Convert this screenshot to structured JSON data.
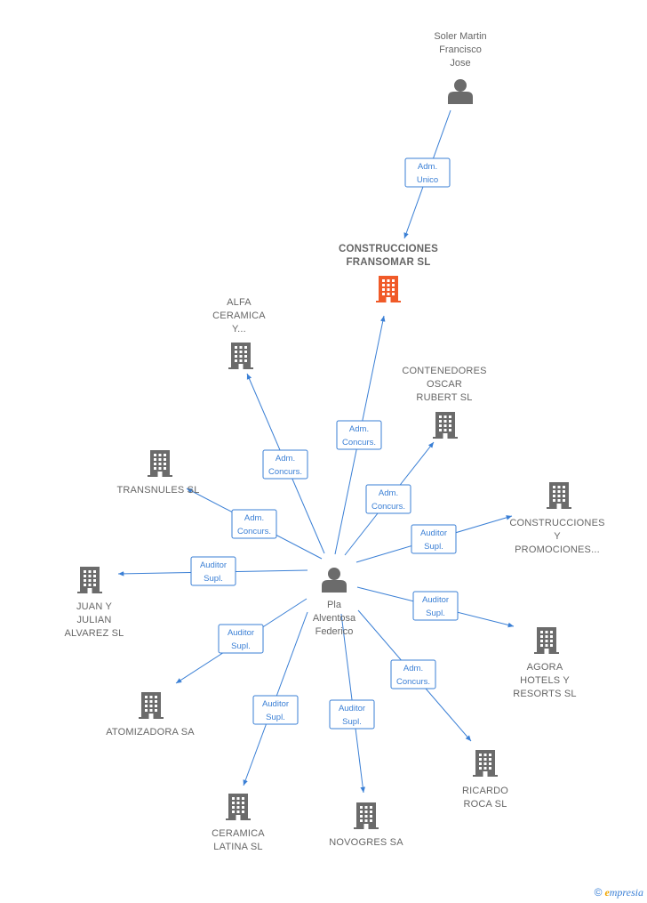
{
  "persons": [
    {
      "id": "soler",
      "name": [
        "Soler Martin",
        "Francisco",
        "Jose"
      ]
    },
    {
      "id": "pla",
      "name": [
        "Pla",
        "Alventosa",
        "Federico"
      ]
    }
  ],
  "companies": [
    {
      "id": "fransomar",
      "name": [
        "CONSTRUCCIONES",
        "FRANSOMAR SL"
      ],
      "main": true,
      "color": "#f05a28"
    },
    {
      "id": "alfa",
      "name": [
        "ALFA",
        "CERAMICA",
        "Y..."
      ],
      "color": "#6b6b6b"
    },
    {
      "id": "contenedores",
      "name": [
        "CONTENEDORES",
        "OSCAR",
        "RUBERT SL"
      ],
      "color": "#6b6b6b"
    },
    {
      "id": "transnules",
      "name": [
        "TRANSNULES SL"
      ],
      "color": "#6b6b6b"
    },
    {
      "id": "promociones",
      "name": [
        "CONSTRUCCIONES",
        "Y",
        "PROMOCIONES..."
      ],
      "color": "#6b6b6b"
    },
    {
      "id": "juan",
      "name": [
        "JUAN Y",
        "JULIAN",
        "ALVAREZ SL"
      ],
      "color": "#6b6b6b"
    },
    {
      "id": "agora",
      "name": [
        "AGORA",
        "HOTELS Y",
        "RESORTS SL"
      ],
      "color": "#6b6b6b"
    },
    {
      "id": "atomizadora",
      "name": [
        "ATOMIZADORA SA"
      ],
      "color": "#6b6b6b"
    },
    {
      "id": "ricardo",
      "name": [
        "RICARDO",
        "ROCA SL"
      ],
      "color": "#6b6b6b"
    },
    {
      "id": "ceramica",
      "name": [
        "CERAMICA",
        "LATINA SL"
      ],
      "color": "#6b6b6b"
    },
    {
      "id": "novogres",
      "name": [
        "NOVOGRES SA"
      ],
      "color": "#6b6b6b"
    }
  ],
  "edges": [
    {
      "from": "soler",
      "to": "fransomar",
      "label": [
        "Adm.",
        "Unico"
      ]
    },
    {
      "from": "pla",
      "to": "fransomar",
      "label": [
        "Adm.",
        "Concurs."
      ]
    },
    {
      "from": "pla",
      "to": "alfa",
      "label": [
        "Adm.",
        "Concurs."
      ]
    },
    {
      "from": "pla",
      "to": "contenedores",
      "label": [
        "Adm.",
        "Concurs."
      ]
    },
    {
      "from": "pla",
      "to": "transnules",
      "label": [
        "Adm.",
        "Concurs."
      ]
    },
    {
      "from": "pla",
      "to": "promociones",
      "label": [
        "Auditor",
        "Supl."
      ]
    },
    {
      "from": "pla",
      "to": "juan",
      "label": [
        "Auditor",
        "Supl."
      ]
    },
    {
      "from": "pla",
      "to": "agora",
      "label": [
        "Auditor",
        "Supl."
      ]
    },
    {
      "from": "pla",
      "to": "atomizadora",
      "label": [
        "Auditor",
        "Supl."
      ]
    },
    {
      "from": "pla",
      "to": "ricardo",
      "label": [
        "Adm.",
        "Concurs."
      ]
    },
    {
      "from": "pla",
      "to": "ceramica",
      "label": [
        "Auditor",
        "Supl."
      ]
    },
    {
      "from": "pla",
      "to": "novogres",
      "label": [
        "Auditor",
        "Supl."
      ]
    }
  ],
  "colors": {
    "edge": "#3a7fd5",
    "person": "#6b6b6b",
    "company": "#6b6b6b",
    "main_company": "#f05a28"
  },
  "brand": {
    "copyright": "©",
    "initial": "e",
    "rest": "mpresia"
  }
}
